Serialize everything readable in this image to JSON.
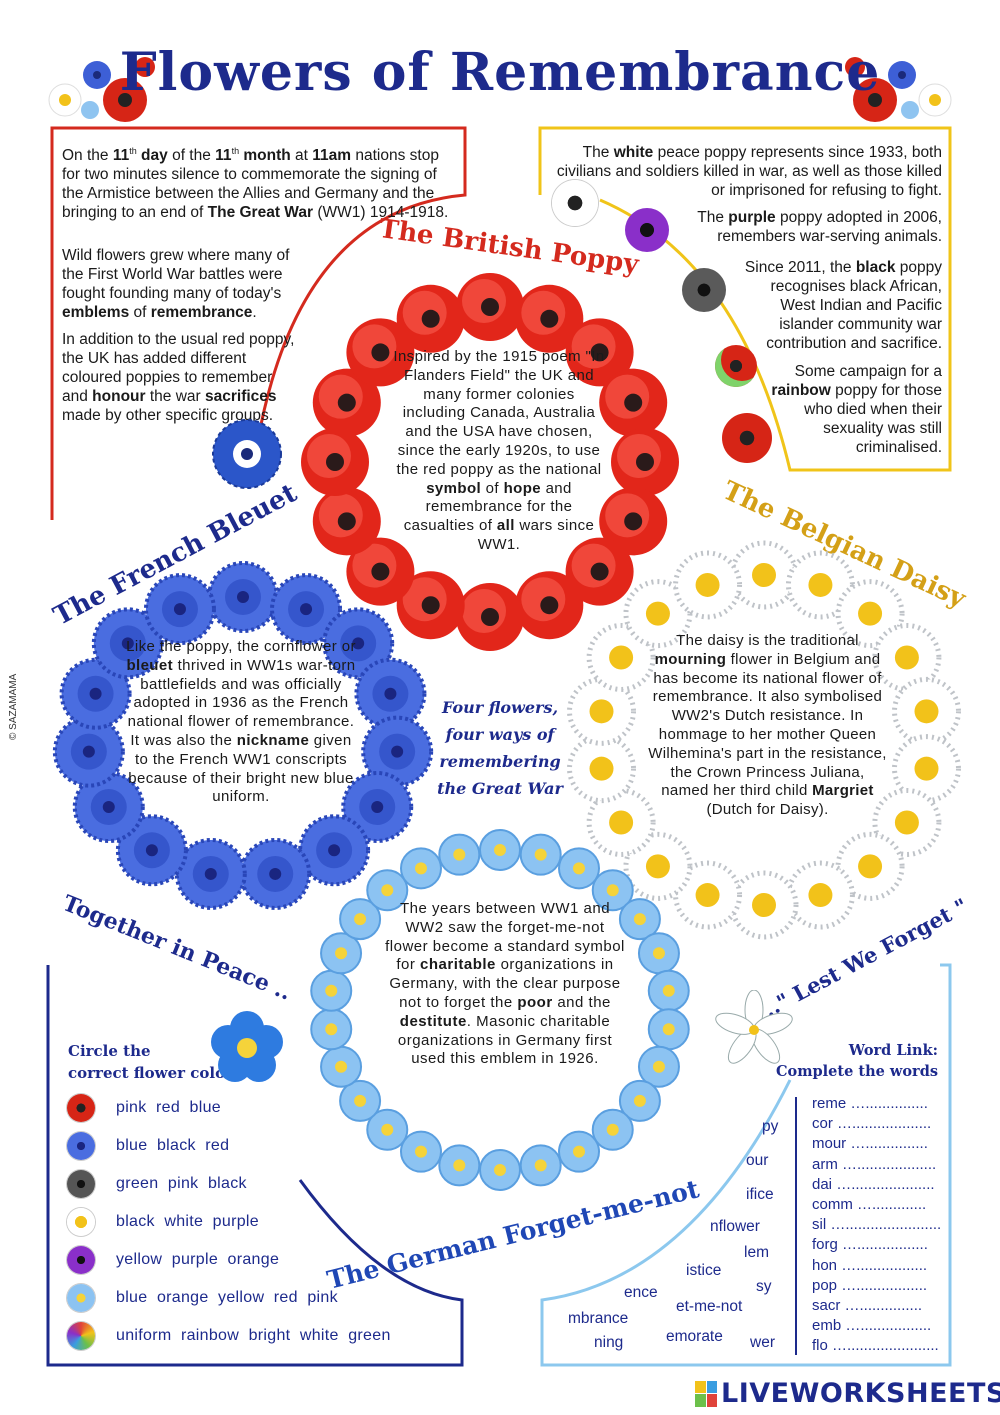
{
  "title": "Flowers of Remembrance",
  "intro": {
    "p1": {
      "a": "On the ",
      "b": "11",
      "c": "th",
      "d": " day",
      "e": " of the ",
      "f": "11",
      "g": "th",
      "h": " month",
      "i": " at ",
      "j": "11am",
      "k": " nations stop for two minutes silence to commemorate the signing of the Armistice between the Allies and Germany and the bringing to an end of ",
      "l": "The Great War",
      "m": " (WW1) 1914-1918."
    },
    "p2": {
      "a": "Wild flowers grew where many of the First World War battles were fought founding many of today's ",
      "b": "emblems",
      "c": " of ",
      "d": "remembrance",
      "e": "."
    },
    "p3": {
      "a": "In addition to the usual red poppy, the UK has added different coloured poppies to remember and ",
      "b": "honour",
      "c": " the war ",
      "d": "sacrifices",
      "e": " made by other specific groups."
    }
  },
  "poppies_info": {
    "white": {
      "a": "The ",
      "b": "white",
      "c": " peace poppy represents since 1933, both civilians and soldiers killed in war, as well as those killed or imprisoned for refusing to fight."
    },
    "purple": {
      "a": "The ",
      "b": "purple",
      "c": " poppy adopted in 2006, remembers war-serving animals."
    },
    "black": {
      "a": "Since 2011, the ",
      "b": "black",
      "c": " poppy recognises black African, West Indian and Pacific islander community war contribution and sacrifice."
    },
    "rainbow": {
      "a": "Some campaign for a ",
      "b": "rainbow",
      "c": " poppy for those who died when their sexuality was still criminalised."
    }
  },
  "headings": {
    "british": "The British Poppy",
    "french": "The French Bleuet",
    "belgian": "The Belgian Daisy",
    "german": "The German Forget-me-not",
    "peace": "Together in Peace ..",
    "lest": "..\" Lest We Forget \""
  },
  "british_text": {
    "a": "Inspired by the 1915 poem \"In Flanders Field\" the UK and many former colonies including Canada, Australia and the USA have chosen, since the early 1920s, to use the red poppy as the national ",
    "b": "symbol",
    "c": " of ",
    "d": "hope",
    "e": " and remembrance for the casualties of ",
    "f": "all",
    "g": " wars since WW1."
  },
  "french_text": {
    "a": "Like the poppy, the cornflower or ",
    "b": "bleuet",
    "c": " thrived in WW1s war-torn battlefields and was officially adopted in 1936 as the French national flower of remembrance. It was also the ",
    "d": "nickname",
    "e": " given to the French WW1 conscripts because of their bright new blue uniform."
  },
  "belgian_text": {
    "a": "The daisy is the traditional ",
    "b": "mourning",
    "c": " flower in Belgium and has become its national flower of remembrance. It also symbolised WW2's Dutch resistance. In hommage to her mother Queen Wilhemina's part in the resistance, the Crown Princess Juliana, named her third child ",
    "d": "Margriet",
    "e": " (Dutch for Daisy)."
  },
  "german_text": {
    "a": "The years between WW1 and WW2 saw the forget-me-not flower become a standard symbol for ",
    "b": "charitable",
    "c": " organizations in Germany, with the clear purpose not to forget the ",
    "d": "poor",
    "e": " and the ",
    "f": "destitute",
    "g": ". Masonic charitable organizations in Germany first used this emblem in 1926."
  },
  "center_tagline": [
    "Four flowers,",
    "four ways of",
    "remembering",
    "the Great War"
  ],
  "copyright": "© SAZAMAMA",
  "circle_task": {
    "title_line1": "Circle the",
    "title_line2": "correct flower colour",
    "rows": [
      {
        "icon": "red-poppy-icon",
        "options": "pink  red  blue"
      },
      {
        "icon": "cornflower-icon",
        "options": "blue  black  red"
      },
      {
        "icon": "black-poppy-icon",
        "options": "green  pink  black"
      },
      {
        "icon": "daisy-icon",
        "options": "black  white  purple"
      },
      {
        "icon": "purple-poppy-icon",
        "options": "yellow  purple  orange"
      },
      {
        "icon": "forget-me-not-icon",
        "options": "blue  orange  yellow  red  pink"
      },
      {
        "icon": "rainbow-poppy-icon",
        "options": "uniform  rainbow  bright  white  green"
      }
    ]
  },
  "word_link": {
    "title_line1": "Word Link:",
    "title_line2": "Complete the words",
    "fragments": [
      "py",
      "our",
      "ifice",
      "nflower",
      "lem",
      "istice",
      "sy",
      "ence",
      "mbrance",
      "et-me-not",
      "ning",
      "emorate",
      "wer"
    ],
    "starts": [
      {
        "stem": "reme",
        "dots": "…..............."
      },
      {
        "stem": "cor",
        "dots": "…..................."
      },
      {
        "stem": "mour",
        "dots": "…..............."
      },
      {
        "stem": "arm",
        "dots": "…..................."
      },
      {
        "stem": "dai",
        "dots": "…...................."
      },
      {
        "stem": "comm",
        "dots": "…............."
      },
      {
        "stem": "sil",
        "dots": "…......................."
      },
      {
        "stem": "forg",
        "dots": "…................."
      },
      {
        "stem": "hon",
        "dots": "…................."
      },
      {
        "stem": "pop",
        "dots": "…................."
      },
      {
        "stem": "sacr",
        "dots": "…..............."
      },
      {
        "stem": "emb",
        "dots": "…................."
      },
      {
        "stem": "flo",
        "dots": "…......................"
      }
    ]
  },
  "footer_brand": "LIVEWORKSHEETS",
  "colors": {
    "navy": "#1d2a8c",
    "red": "#d42a1e",
    "yellow": "#f0c419",
    "blue": "#1f47b5",
    "lightblue": "#8cc8ee"
  }
}
